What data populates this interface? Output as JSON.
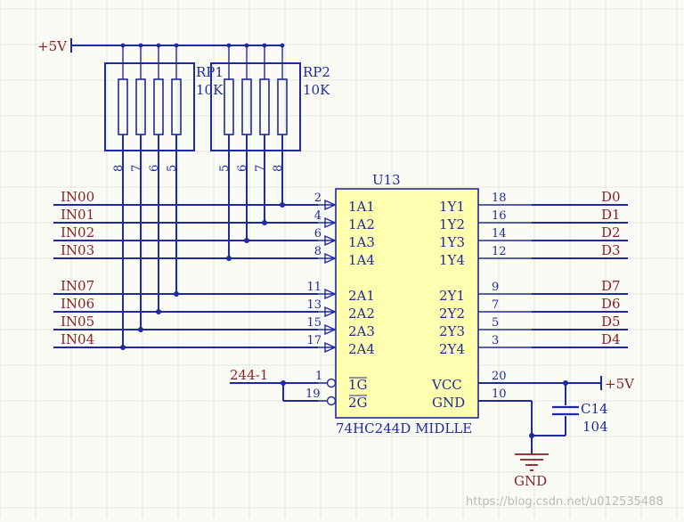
{
  "power": {
    "vcc_top": "+5V",
    "vcc_right": "+5V",
    "gnd": "GND"
  },
  "resistor_packs": [
    {
      "ref": "RP1",
      "value": "10K",
      "pins": [
        "8",
        "7",
        "6",
        "5"
      ]
    },
    {
      "ref": "RP2",
      "value": "10K",
      "pins": [
        "5",
        "6",
        "7",
        "8"
      ]
    }
  ],
  "ic": {
    "ref": "U13",
    "part": "74HC244D MIDLLE",
    "left_pins": [
      {
        "num": "2",
        "name": "1A1",
        "net": "IN00"
      },
      {
        "num": "4",
        "name": "1A2",
        "net": "IN01"
      },
      {
        "num": "6",
        "name": "1A3",
        "net": "IN02"
      },
      {
        "num": "8",
        "name": "1A4",
        "net": "IN03"
      },
      {
        "num": "11",
        "name": "2A1",
        "net": "IN07"
      },
      {
        "num": "13",
        "name": "2A2",
        "net": "IN06"
      },
      {
        "num": "15",
        "name": "2A3",
        "net": "IN05"
      },
      {
        "num": "17",
        "name": "2A4",
        "net": "IN04"
      }
    ],
    "right_pins": [
      {
        "num": "18",
        "name": "1Y1",
        "net": "D0"
      },
      {
        "num": "16",
        "name": "1Y2",
        "net": "D1"
      },
      {
        "num": "14",
        "name": "1Y3",
        "net": "D2"
      },
      {
        "num": "12",
        "name": "1Y4",
        "net": "D3"
      },
      {
        "num": "9",
        "name": "2Y1",
        "net": "D7"
      },
      {
        "num": "7",
        "name": "2Y2",
        "net": "D6"
      },
      {
        "num": "5",
        "name": "2Y3",
        "net": "D5"
      },
      {
        "num": "3",
        "name": "2Y4",
        "net": "D4"
      }
    ],
    "enable_pins": [
      {
        "num": "1",
        "name": "1G"
      },
      {
        "num": "19",
        "name": "2G"
      }
    ],
    "power_pins": [
      {
        "num": "20",
        "name": "VCC"
      },
      {
        "num": "10",
        "name": "GND"
      }
    ],
    "enable_net": "244-1"
  },
  "capacitor": {
    "ref": "C14",
    "value": "104"
  },
  "watermark": "https://blog.csdn.net/u012535488"
}
